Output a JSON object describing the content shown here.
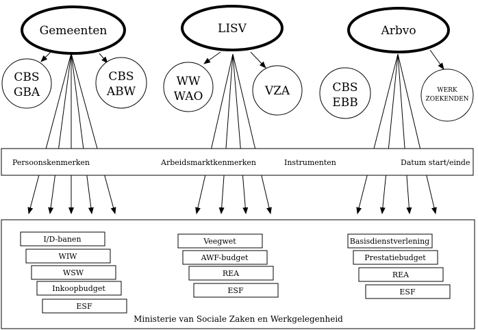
{
  "organizations": [
    {
      "name": "Gemeenten"
    },
    {
      "name": "LISV"
    },
    {
      "name": "Arbvo"
    }
  ],
  "data_sources": [
    {
      "lines": [
        "CBS",
        "GBA"
      ]
    },
    {
      "lines": [
        "CBS",
        "ABW"
      ]
    },
    {
      "lines": [
        "WW",
        "WAO"
      ]
    },
    {
      "lines": [
        "VZA"
      ]
    },
    {
      "lines": [
        "CBS",
        "EBB"
      ]
    },
    {
      "lines": [
        "WERK",
        "ZOEKENDEN"
      ]
    }
  ],
  "feature_bar": {
    "items": [
      "Persoonskenmerken",
      "Arbeidsmarktkenmerken",
      "Instrumenten",
      "Datum start/einde"
    ]
  },
  "ministry": {
    "label": "Ministerie van Sociale Zaken en Werkgelegenheid",
    "groups": [
      {
        "items": [
          "I/D-banen",
          "WIW",
          "WSW",
          "Inkoopbudget",
          "ESF"
        ]
      },
      {
        "items": [
          "Veegwet",
          "AWF-budget",
          "REA",
          "ESF"
        ]
      },
      {
        "items": [
          "Basisdienstverlening",
          "Prestatiebudget",
          "REA",
          "ESF"
        ]
      }
    ]
  }
}
